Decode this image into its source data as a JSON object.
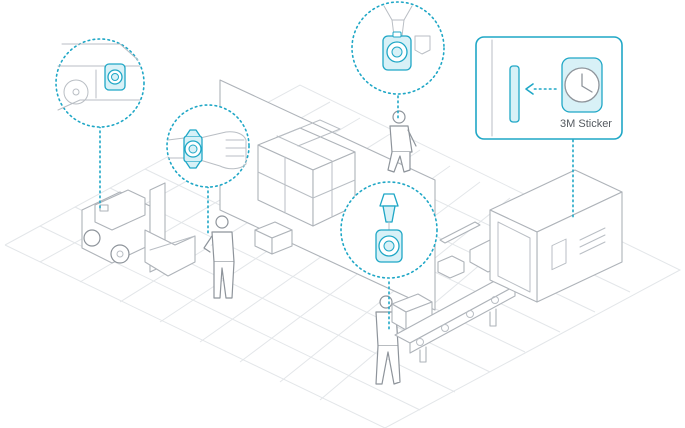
{
  "colors": {
    "accent": "#1fa7c6",
    "device_fill": "#d8f1f7",
    "line": "#b9bec4",
    "floor_grid": "#e3e6e9"
  },
  "callouts": [
    {
      "id": "forklift",
      "icon": "tracker-tag-icon"
    },
    {
      "id": "wrist",
      "icon": "wristband-tracker-icon"
    },
    {
      "id": "lanyard",
      "icon": "lanyard-badge-tracker-icon"
    },
    {
      "id": "belt-clip",
      "icon": "belt-clip-tracker-icon"
    },
    {
      "id": "machine",
      "icon": "sticker-mounted-tracker-icon"
    }
  ],
  "sticker_callout": {
    "label": "3M Sticker",
    "arrow_icon": "dotted-arrow-left-icon"
  }
}
